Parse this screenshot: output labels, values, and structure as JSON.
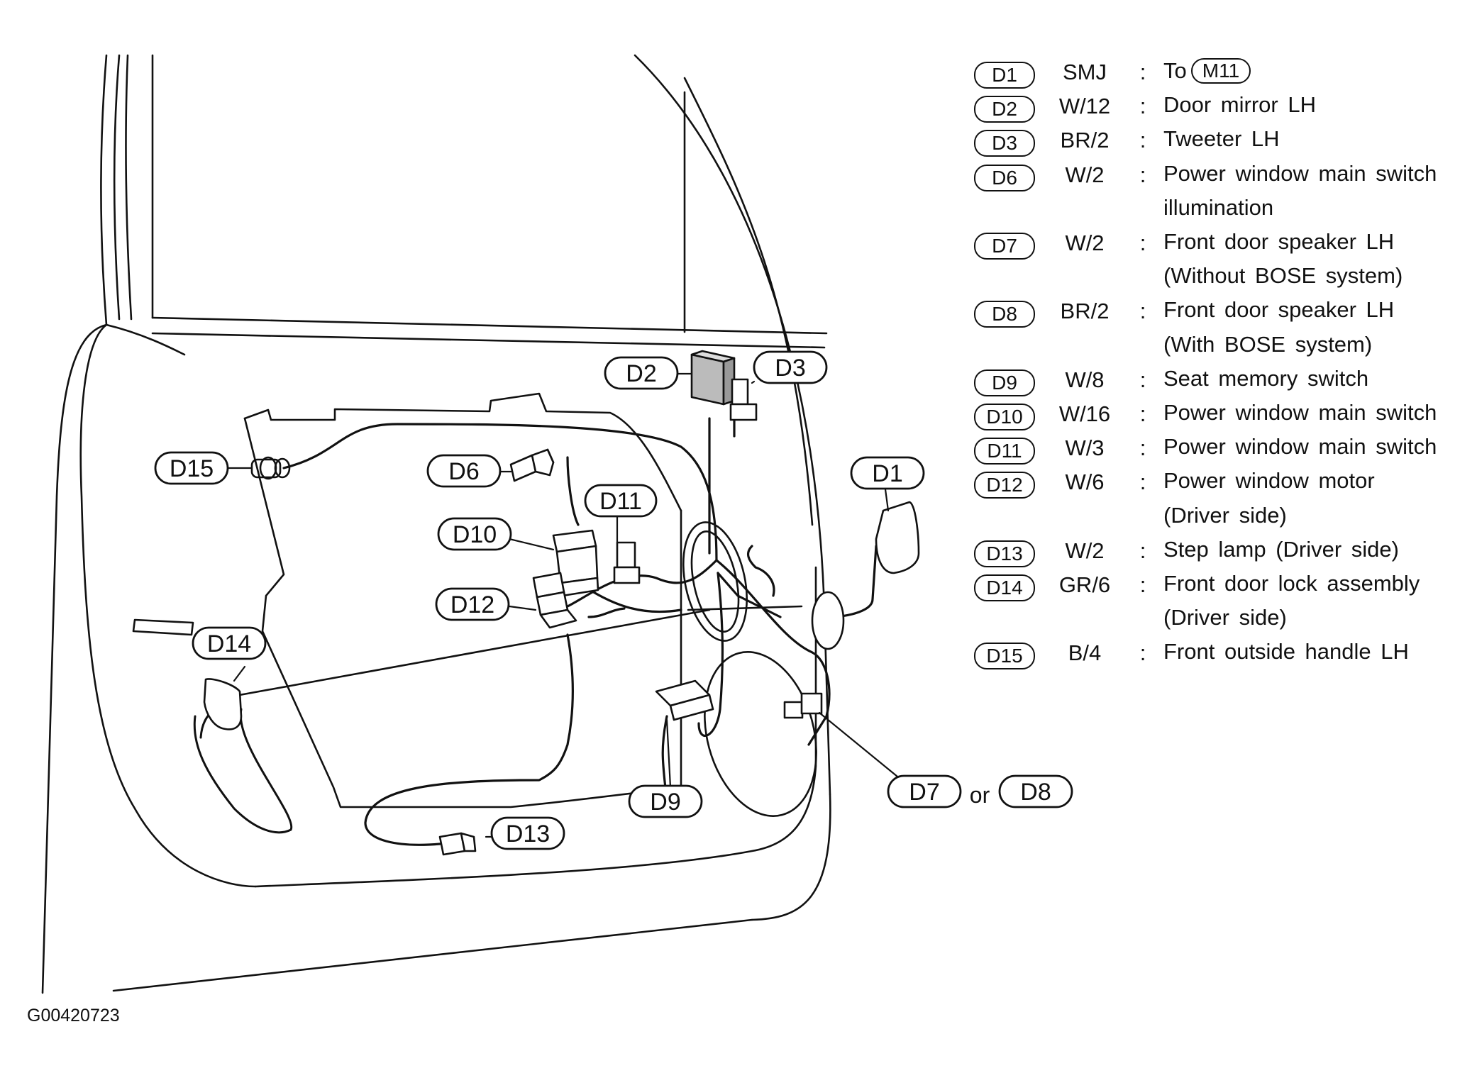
{
  "callouts": {
    "d1": "D1",
    "d2": "D2",
    "d3": "D3",
    "d6": "D6",
    "d7": "D7",
    "d8": "D8",
    "d9": "D9",
    "d10": "D10",
    "d11": "D11",
    "d12": "D12",
    "d13": "D13",
    "d14": "D14",
    "d15": "D15",
    "or_text": "or"
  },
  "legend": [
    {
      "badge": "D1",
      "code": "SMJ",
      "desc": "To",
      "ref": "M11"
    },
    {
      "badge": "D2",
      "code": "W/12",
      "desc": "Door mirror LH"
    },
    {
      "badge": "D3",
      "code": "BR/2",
      "desc": "Tweeter LH"
    },
    {
      "badge": "D6",
      "code": "W/2",
      "desc": "Power window main switch",
      "desc2": "illumination"
    },
    {
      "badge": "D7",
      "code": "W/2",
      "desc": "Front door speaker LH",
      "desc2": "(Without BOSE system)"
    },
    {
      "badge": "D8",
      "code": "BR/2",
      "desc": "Front door speaker LH",
      "desc2": "(With BOSE system)"
    },
    {
      "badge": "D9",
      "code": "W/8",
      "desc": "Seat memory switch"
    },
    {
      "badge": "D10",
      "code": "W/16",
      "desc": "Power window main switch"
    },
    {
      "badge": "D11",
      "code": "W/3",
      "desc": "Power window main switch"
    },
    {
      "badge": "D12",
      "code": "W/6",
      "desc": "Power window motor",
      "desc2": "(Driver side)"
    },
    {
      "badge": "D13",
      "code": "W/2",
      "desc": "Step lamp (Driver side)"
    },
    {
      "badge": "D14",
      "code": "GR/6",
      "desc": "Front door lock assembly",
      "desc2": "(Driver side)"
    },
    {
      "badge": "D15",
      "code": "B/4",
      "desc": "Front outside handle LH"
    }
  ],
  "colon": ":",
  "figure_id": "G00420723"
}
